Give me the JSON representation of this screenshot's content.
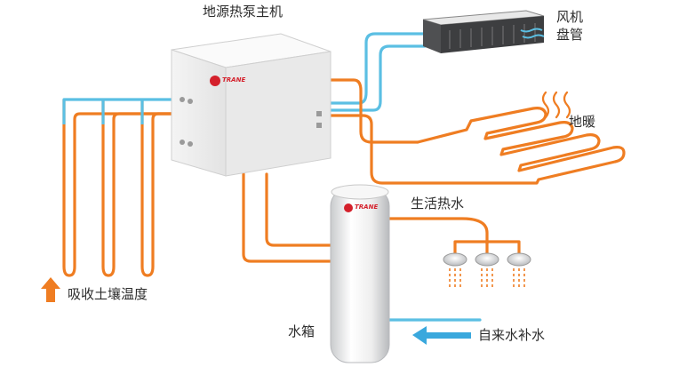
{
  "labels": {
    "main_unit": "地源热泵主机",
    "fan_coil_line1": "风机",
    "fan_coil_line2": "盘管",
    "floor_heating": "地暖",
    "domestic_hot_water": "生活热水",
    "absorb_soil_temp": "吸收土壤温度",
    "water_tank": "水箱",
    "tap_water_makeup": "自来水补水"
  },
  "brand_marks": {
    "unit_logo_text": "TRANE",
    "tank_logo_text": "TRANE"
  },
  "colors": {
    "hot_pipe": "#ef7d22",
    "cold_pipe": "#5bbfe3",
    "arrow_up": "#ef7d22",
    "arrow_inlet": "#3aa8dd",
    "brand_red": "#d4202b",
    "text": "#2c2c2c"
  }
}
